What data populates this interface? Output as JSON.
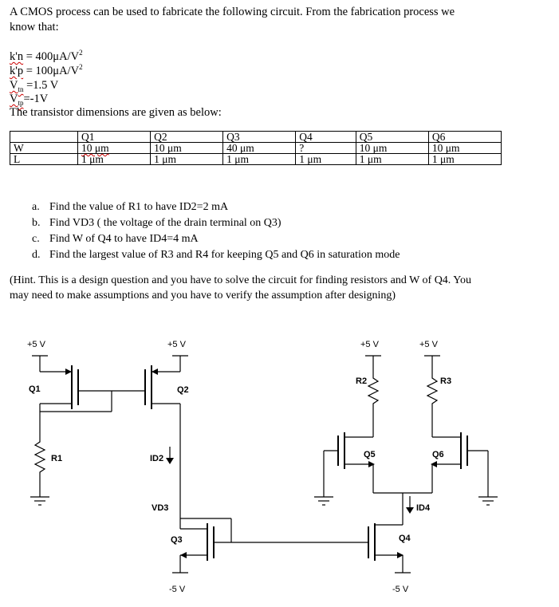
{
  "intro": {
    "line1": "A CMOS process can be used to fabricate the following circuit. From the fabrication process we",
    "line2": "know that:"
  },
  "params": {
    "kn_label": "k'n",
    "kn_value": " = 400μA/V",
    "kn_sup": "2",
    "kp_label": "k'p",
    "kp_value": " = 100μA/V",
    "kp_sup": "2",
    "vtn_label": "V",
    "vtn_sub": "tn",
    "vtn_value": " =1.5 V",
    "vtp_label": "V",
    "vtp_sub": "tp",
    "vtp_value": "=-1V"
  },
  "table": {
    "caption": "The transistor dimensions are given as below:",
    "headers": [
      "",
      "Q1",
      "Q2",
      "Q3",
      "Q4",
      "Q5",
      "Q6"
    ],
    "rows": [
      {
        "label": "W",
        "cells": [
          "10 μm",
          "10 μm",
          "40 μm",
          "?",
          "10 μm",
          "10 μm"
        ]
      },
      {
        "label": "L",
        "cells": [
          "1 μm",
          "1 μm",
          "1 μm",
          "1 μm",
          "1 μm",
          "1 μm"
        ]
      }
    ]
  },
  "questions": [
    {
      "label": "a.",
      "text": "Find the value of R1 to have ID2=2 mA"
    },
    {
      "label": "b.",
      "text": "Find VD3 ( the voltage of the drain terminal on Q3)"
    },
    {
      "label": "c.",
      "text": "Find W of Q4 to have ID4=4 mA"
    },
    {
      "label": "d.",
      "text": "Find the largest value of R3 and R4 for keeping Q5 and Q6 in saturation mode"
    }
  ],
  "hint": {
    "line1": "(Hint. This is a design question and you have to solve the circuit for finding resistors and W of Q4. You",
    "line2": "may need to make assumptions and you have to verify the assumption after designing)"
  },
  "circuit": {
    "supply_pos_1": "+5 V",
    "supply_pos_2": "+5 V",
    "supply_pos_3": "+5 V",
    "supply_pos_4": "+5 V",
    "supply_neg_1": "-5 V",
    "supply_neg_2": "-5 V",
    "q1": "Q1",
    "q2": "Q2",
    "q3": "Q3",
    "q4": "Q4",
    "q5": "Q5",
    "q6": "Q6",
    "r1": "R1",
    "r2": "R2",
    "r3": "R3",
    "id2": "ID2",
    "id4": "ID4",
    "vd3": "VD3"
  }
}
